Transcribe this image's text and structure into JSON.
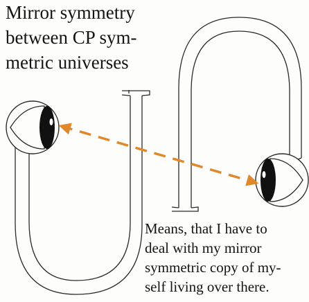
{
  "top_caption": {
    "lines": [
      "Mirror symmetry",
      "between  CP sym-",
      "metric universes"
    ]
  },
  "bottom_caption": {
    "lines": [
      "Means, that I have to",
      "deal with my mirror",
      "symmetric copy of my-",
      "self living over there."
    ]
  },
  "colors": {
    "outline": "#2a2a2a",
    "arrow": "#e0892c",
    "eye_dark": "#111111"
  },
  "icons": {
    "left_eye": "eye-looking-right",
    "right_eye": "eye-looking-left"
  }
}
